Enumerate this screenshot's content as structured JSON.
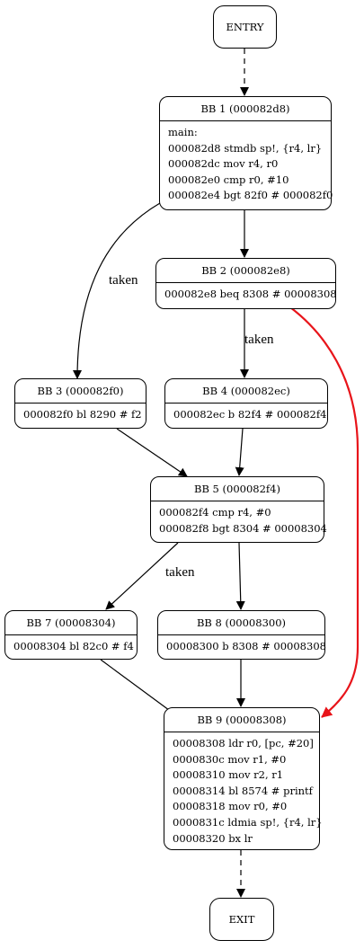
{
  "entry": "ENTRY",
  "exit": "EXIT",
  "blocks": {
    "bb1": {
      "title": "BB 1 (000082d8)",
      "lines": [
        "main:",
        "000082d8 stmdb sp!, {r4, lr}",
        "000082dc mov r4, r0",
        "000082e0 cmp r0, #10",
        "000082e4 bgt 82f0 # 000082f0"
      ]
    },
    "bb2": {
      "title": "BB 2 (000082e8)",
      "lines": [
        "000082e8 beq 8308 # 00008308"
      ]
    },
    "bb3": {
      "title": "BB 3 (000082f0)",
      "lines": [
        "000082f0 bl 8290 # f2"
      ]
    },
    "bb4": {
      "title": "BB 4 (000082ec)",
      "lines": [
        "000082ec b 82f4 # 000082f4"
      ]
    },
    "bb5": {
      "title": "BB 5 (000082f4)",
      "lines": [
        "000082f4 cmp r4, #0",
        "000082f8 bgt 8304 # 00008304"
      ]
    },
    "bb7": {
      "title": "BB 7 (00008304)",
      "lines": [
        "00008304 bl 82c0 # f4"
      ]
    },
    "bb8": {
      "title": "BB 8 (00008300)",
      "lines": [
        "00008300 b 8308 # 00008308"
      ]
    },
    "bb9": {
      "title": "BB 9 (00008308)",
      "lines": [
        "00008308 ldr r0, [pc, #20]",
        "0000830c mov r1, #0",
        "00008310 mov r2, r1",
        "00008314 bl 8574 # printf",
        "00008318 mov r0, #0",
        "0000831c ldmia sp!, {r4, lr}",
        "00008320 bx lr"
      ]
    }
  },
  "edge_labels": {
    "bb1_bb3": "taken",
    "bb2_bb4": "taken",
    "bb5_bb7": "taken"
  },
  "colors": {
    "highlight_edge": "#e8141a",
    "stroke": "#000000"
  }
}
